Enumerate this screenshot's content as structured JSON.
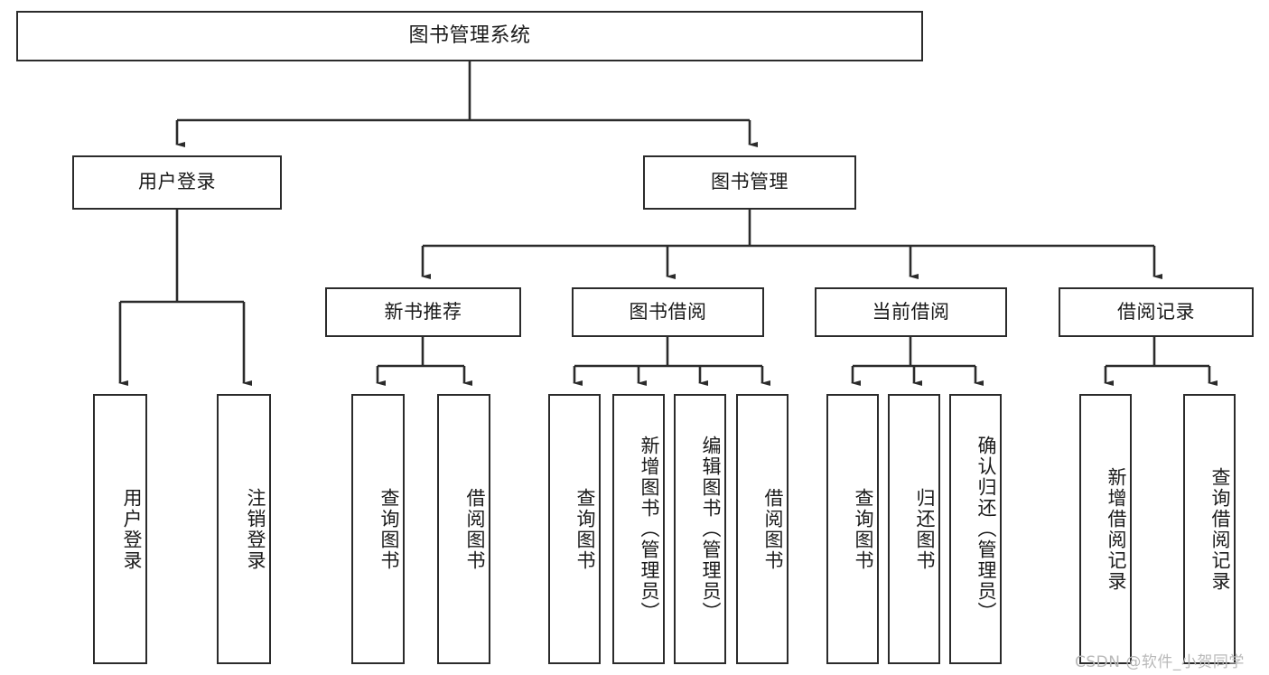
{
  "diagram": {
    "title": "图书管理系统",
    "type": "functional-structure-tree",
    "root": {
      "label": "图书管理系统"
    },
    "level1": [
      {
        "label": "用户登录"
      },
      {
        "label": "图书管理"
      }
    ],
    "level2": [
      {
        "label": "新书推荐"
      },
      {
        "label": "图书借阅"
      },
      {
        "label": "当前借阅"
      },
      {
        "label": "借阅记录"
      }
    ],
    "leaves": {
      "user_login": [
        {
          "label": "用户登录"
        },
        {
          "label": "注销登录"
        }
      ],
      "new_book_recommend": [
        {
          "label": "查询图书"
        },
        {
          "label": "借阅图书"
        }
      ],
      "book_borrow": [
        {
          "label": "查询图书"
        },
        {
          "label": "新增图书（管理员）"
        },
        {
          "label": "编辑图书（管理员）"
        },
        {
          "label": "借阅图书"
        }
      ],
      "current_borrow": [
        {
          "label": "查询图书"
        },
        {
          "label": "归还图书"
        },
        {
          "label": "确认归还（管理员）"
        }
      ],
      "borrow_record": [
        {
          "label": "新增借阅记录"
        },
        {
          "label": "查询借阅记录"
        }
      ]
    },
    "watermark": "CSDN @软件_小贺同学",
    "colors": {
      "stroke": "#2b2b2b",
      "fill": "#ffffff",
      "text": "#1a1a1a",
      "watermark": "#b9b9b9"
    }
  }
}
